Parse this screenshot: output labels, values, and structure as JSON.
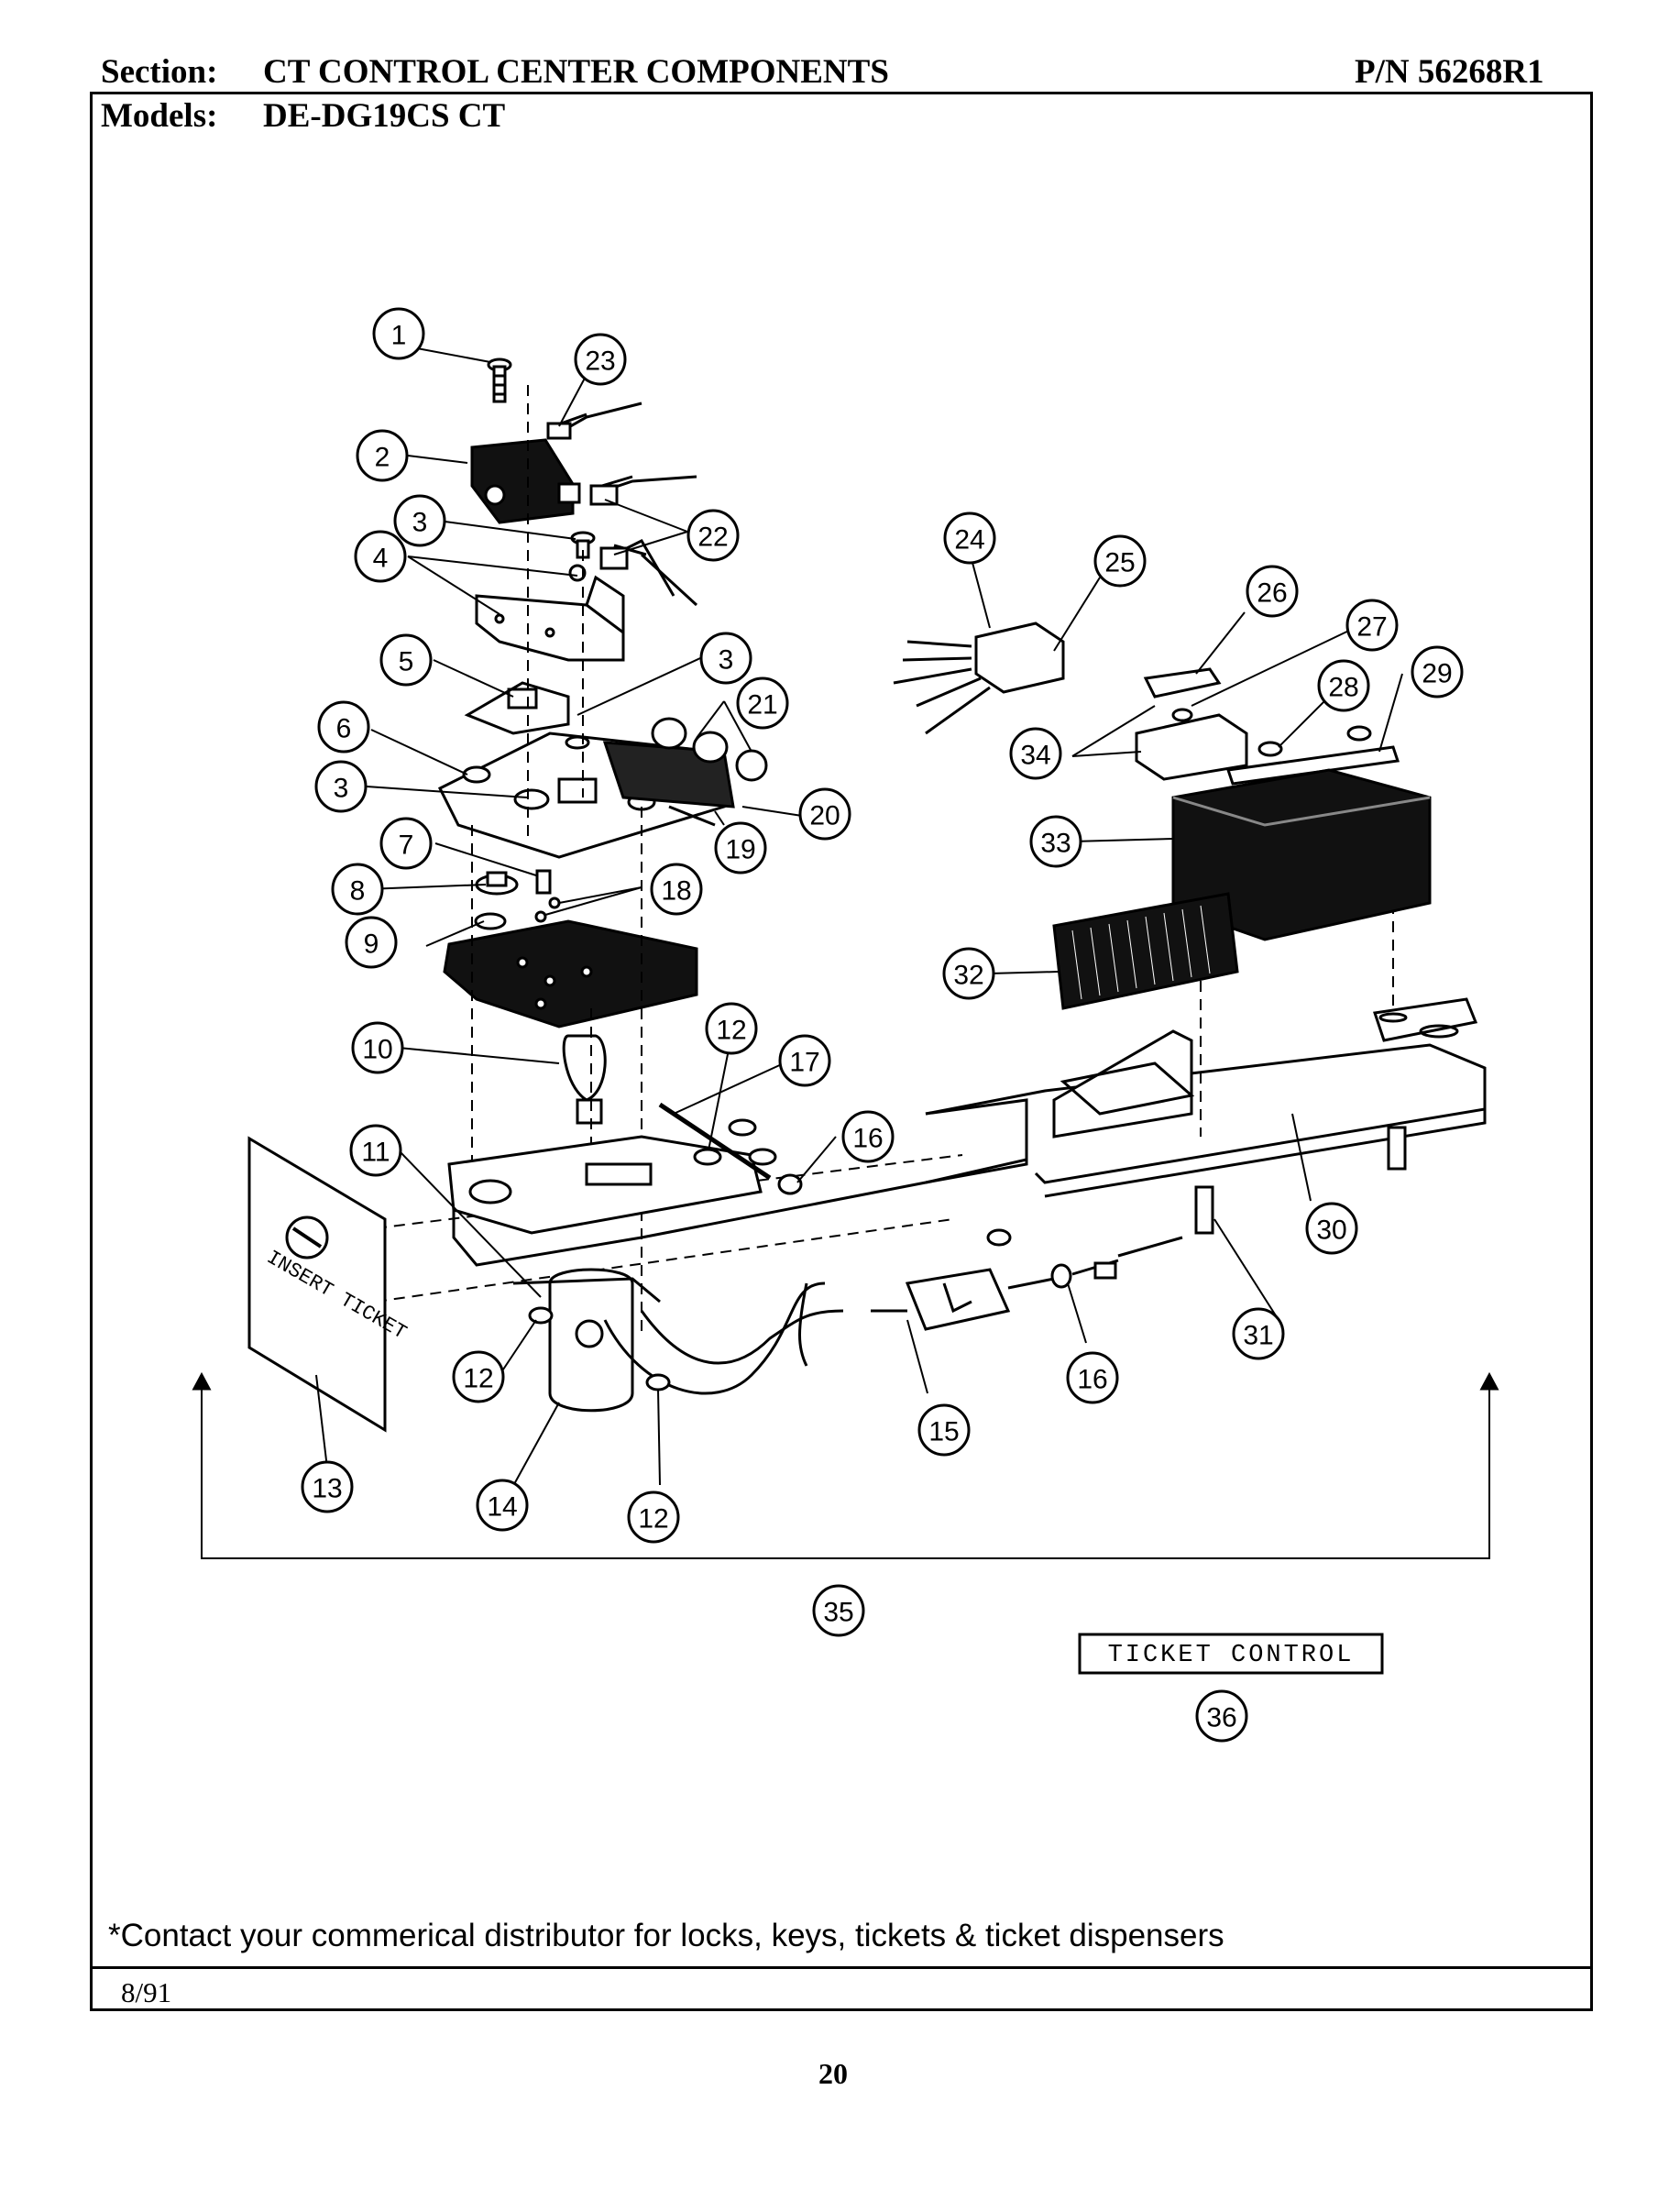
{
  "header": {
    "section_label": "Section:",
    "section_title": "CT CONTROL CENTER COMPONENTS",
    "part_number": "P/N 56268R1",
    "models_label": "Models:",
    "models_value": "DE-DG19CS CT"
  },
  "diagram": {
    "callouts": [
      "1",
      "2",
      "3",
      "4",
      "5",
      "6",
      "3",
      "7",
      "8",
      "9",
      "10",
      "11",
      "12",
      "13",
      "14",
      "12",
      "12",
      "15",
      "16",
      "16",
      "17",
      "18",
      "19",
      "20",
      "21",
      "3",
      "22",
      "23",
      "24",
      "25",
      "26",
      "27",
      "28",
      "29",
      "30",
      "31",
      "32",
      "33",
      "34",
      "35",
      "36"
    ],
    "insert_ticket_label": "INSERT TICKET",
    "ticket_control_label": "TICKET CONTROL"
  },
  "footer": {
    "note": "*Contact your commerical distributor for locks, keys, tickets & ticket dispensers",
    "date": "8/91",
    "page_number": "20"
  }
}
